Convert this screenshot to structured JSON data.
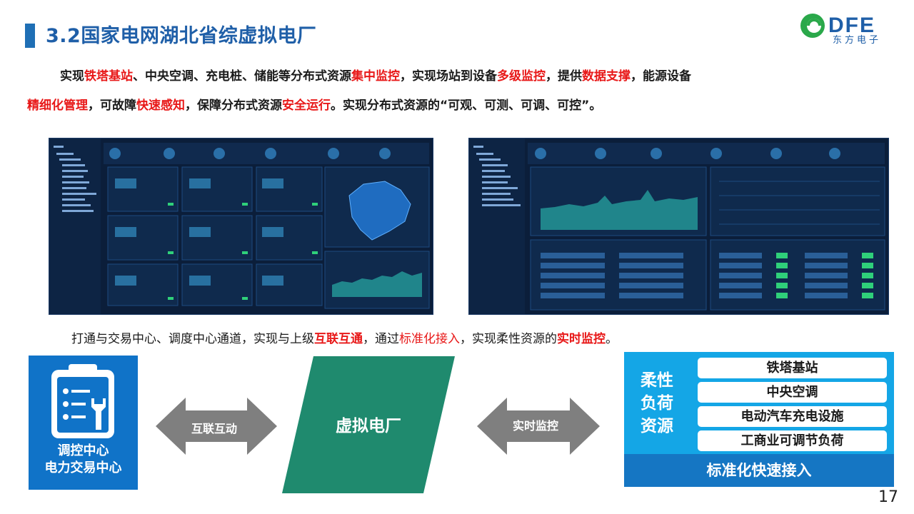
{
  "title": "3.2国家电网湖北省综虚拟电厂",
  "logo": {
    "wordmark": "DFE",
    "company": "东方电子",
    "accent_green": "#2aa84a",
    "accent_blue": "#1f5fa8"
  },
  "paragraph1": {
    "line1": [
      {
        "t": "实现",
        "hl": false
      },
      {
        "t": "铁塔基站",
        "hl": true
      },
      {
        "t": "、中央空调、充电桩、储能等分布式资源",
        "hl": false
      },
      {
        "t": "集中监控",
        "hl": true
      },
      {
        "t": "，实现场站到设备",
        "hl": false
      },
      {
        "t": "多级监控",
        "hl": true
      },
      {
        "t": "，提供",
        "hl": false
      },
      {
        "t": "数据支撑",
        "hl": true
      },
      {
        "t": "，能源设备",
        "hl": false
      }
    ],
    "line2": [
      {
        "t": "精细化管理",
        "hl": true
      },
      {
        "t": "，可故障",
        "hl": false
      },
      {
        "t": "快速感知",
        "hl": true
      },
      {
        "t": "，保障分布式资源",
        "hl": false
      },
      {
        "t": "安全运行",
        "hl": true
      },
      {
        "t": "。实现分布式资源的“可观、可测、可调、可控”。",
        "hl": false
      }
    ]
  },
  "paragraph2": {
    "p1": "打通与交易中心、调度中心通道，实现与上级",
    "h1": "互联互通",
    "p2": "，通过",
    "h2": "标准化接入",
    "p3": "，实现柔性资源的",
    "h3": "实时监控",
    "p4": "。"
  },
  "diagram": {
    "left_box": {
      "line1": "调控中心",
      "line2": "电力交易中心",
      "color": "#1073c8"
    },
    "arrow_left_label": "互联互动",
    "center_label": "虚拟电厂",
    "center_color": "#1f8a6e",
    "arrow_right_label": "实时监控",
    "arrow_color": "#7f7f7f",
    "right_box": {
      "side_title": [
        "柔性",
        "负荷",
        "资源"
      ],
      "items": [
        "铁塔基站",
        "中央空调",
        "电动汽车充电设施",
        "工商业可调节负荷"
      ],
      "bottom_label": "标准化快速接入",
      "color": "#14a6e6",
      "bottom_color": "#1576c3"
    }
  },
  "page_number": "17",
  "screenshots": {
    "left_name": "dashboard-screenshot-left",
    "right_name": "dashboard-screenshot-right",
    "bg_color": "#0b1e3a",
    "accent": "#2fd0c0"
  }
}
